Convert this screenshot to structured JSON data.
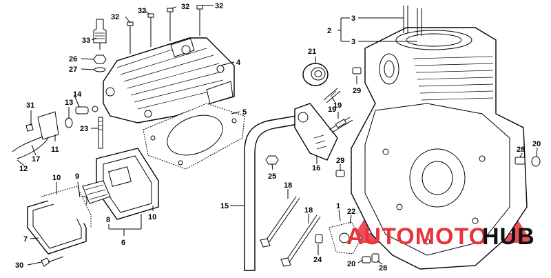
{
  "callouts": {
    "c1": "1",
    "c2": "2",
    "c3a": "3",
    "c3b": "3",
    "c4": "4",
    "c5": "5",
    "c6": "6",
    "c7": "7",
    "c8": "8",
    "c9": "9",
    "c10a": "10",
    "c10b": "10",
    "c11": "11",
    "c12": "12",
    "c13": "13",
    "c14": "14",
    "c15": "15",
    "c16": "16",
    "c17": "17",
    "c18a": "18",
    "c18b": "18",
    "c19a": "19",
    "c19b": "19",
    "c20a": "20",
    "c20b": "20",
    "c21": "21",
    "c22": "22",
    "c23": "23",
    "c24": "24",
    "c25": "25",
    "c26": "26",
    "c27": "27",
    "c28a": "28",
    "c28b": "28",
    "c29a": "29",
    "c29b": "29",
    "c30": "30",
    "c31": "31",
    "c32a": "32",
    "c32b": "32",
    "c32c": "32",
    "c32d": "32",
    "c33": "33"
  },
  "watermark": {
    "text_red": "AUTOMOTO",
    "text_black": "HUB",
    "color_red": "#e8323c",
    "color_black": "#111111"
  },
  "icons": {
    "watermark_logo": "triangle-logo-icon"
  }
}
